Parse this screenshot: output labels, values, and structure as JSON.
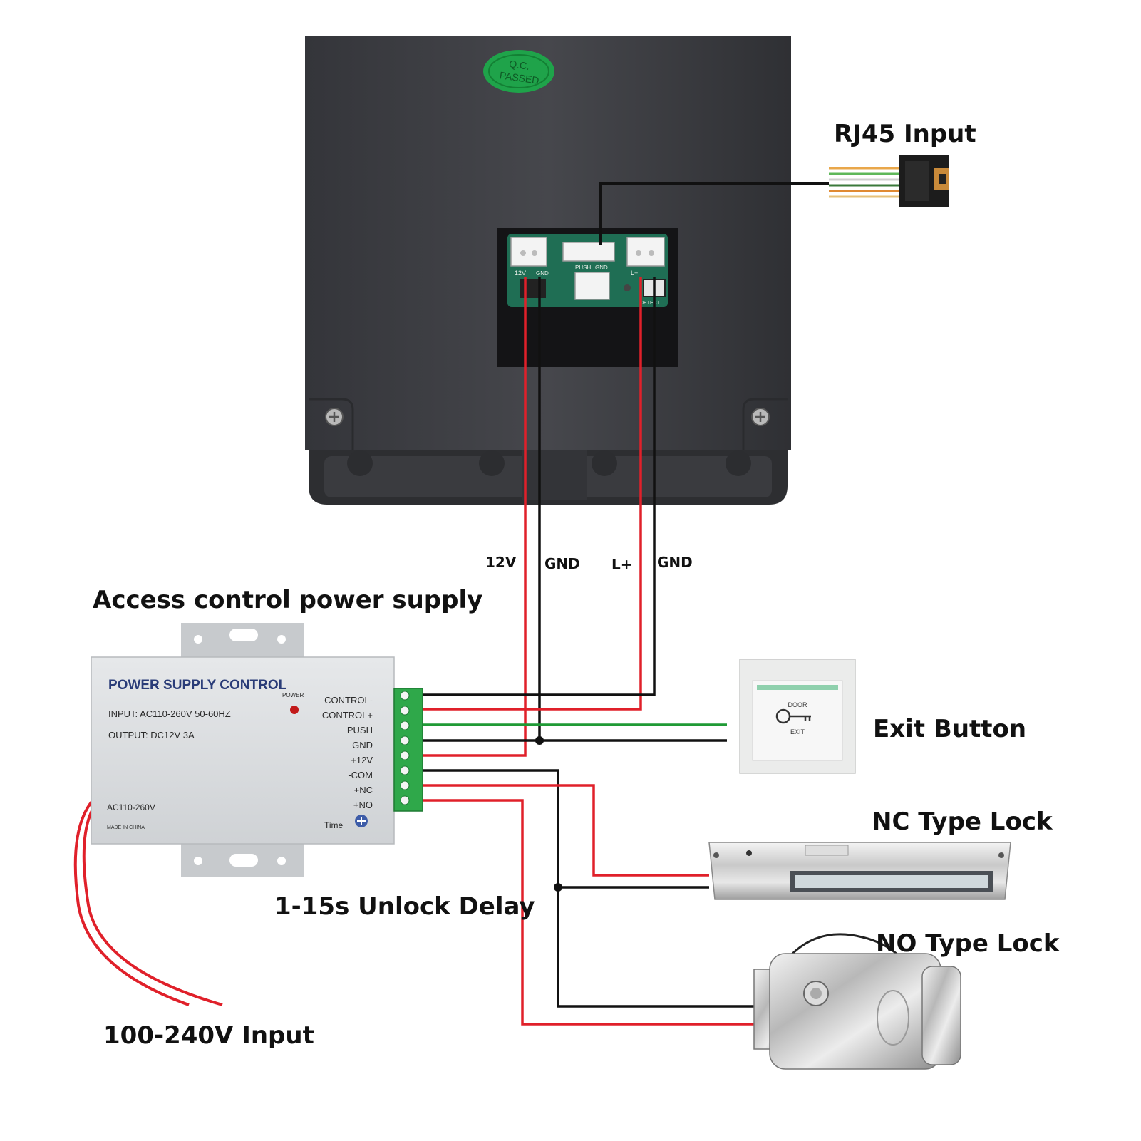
{
  "unit": {
    "qc_badge": [
      "Q.C.",
      "PASSED"
    ],
    "board_labels": {
      "left_top": "12V",
      "push": "PUSH",
      "gnd": "GND",
      "right": "L+",
      "detect": "DETECT"
    }
  },
  "labels": {
    "rj45": "RJ45 Input",
    "power_supply": "Access control power supply",
    "exit_button": "Exit Button",
    "nc_lock": "NC Type Lock",
    "no_lock": "NO Type Lock",
    "unlock_delay": "1-15s Unlock Delay",
    "mains_input": "100-240V Input"
  },
  "wire_labels": [
    "12V",
    "GND",
    "L+",
    "GND"
  ],
  "psu": {
    "title": "POWER SUPPLY CONTROL",
    "input": "INPUT: AC110-260V 50-60HZ",
    "output": "OUTPUT:  DC12V  3A",
    "power_led": "POWER",
    "ac_label": "AC110-260V",
    "made_in": "MADE IN CHINA",
    "time": "Time",
    "terminals": [
      "CONTROL-",
      "CONTROL+",
      "PUSH",
      "GND",
      "+12V",
      "-COM",
      "+NC",
      "+NO"
    ]
  },
  "exit_button": {
    "top": "DOOR",
    "bottom": "EXIT"
  },
  "colors": {
    "red_wire": "#e0202a",
    "black_wire": "#111111",
    "green_wire": "#1f9a35",
    "unit_body": "#3b3c40",
    "psu_body": "#d9dcdf",
    "terminal": "#2fa84a",
    "qc_green": "#1fa34a"
  }
}
